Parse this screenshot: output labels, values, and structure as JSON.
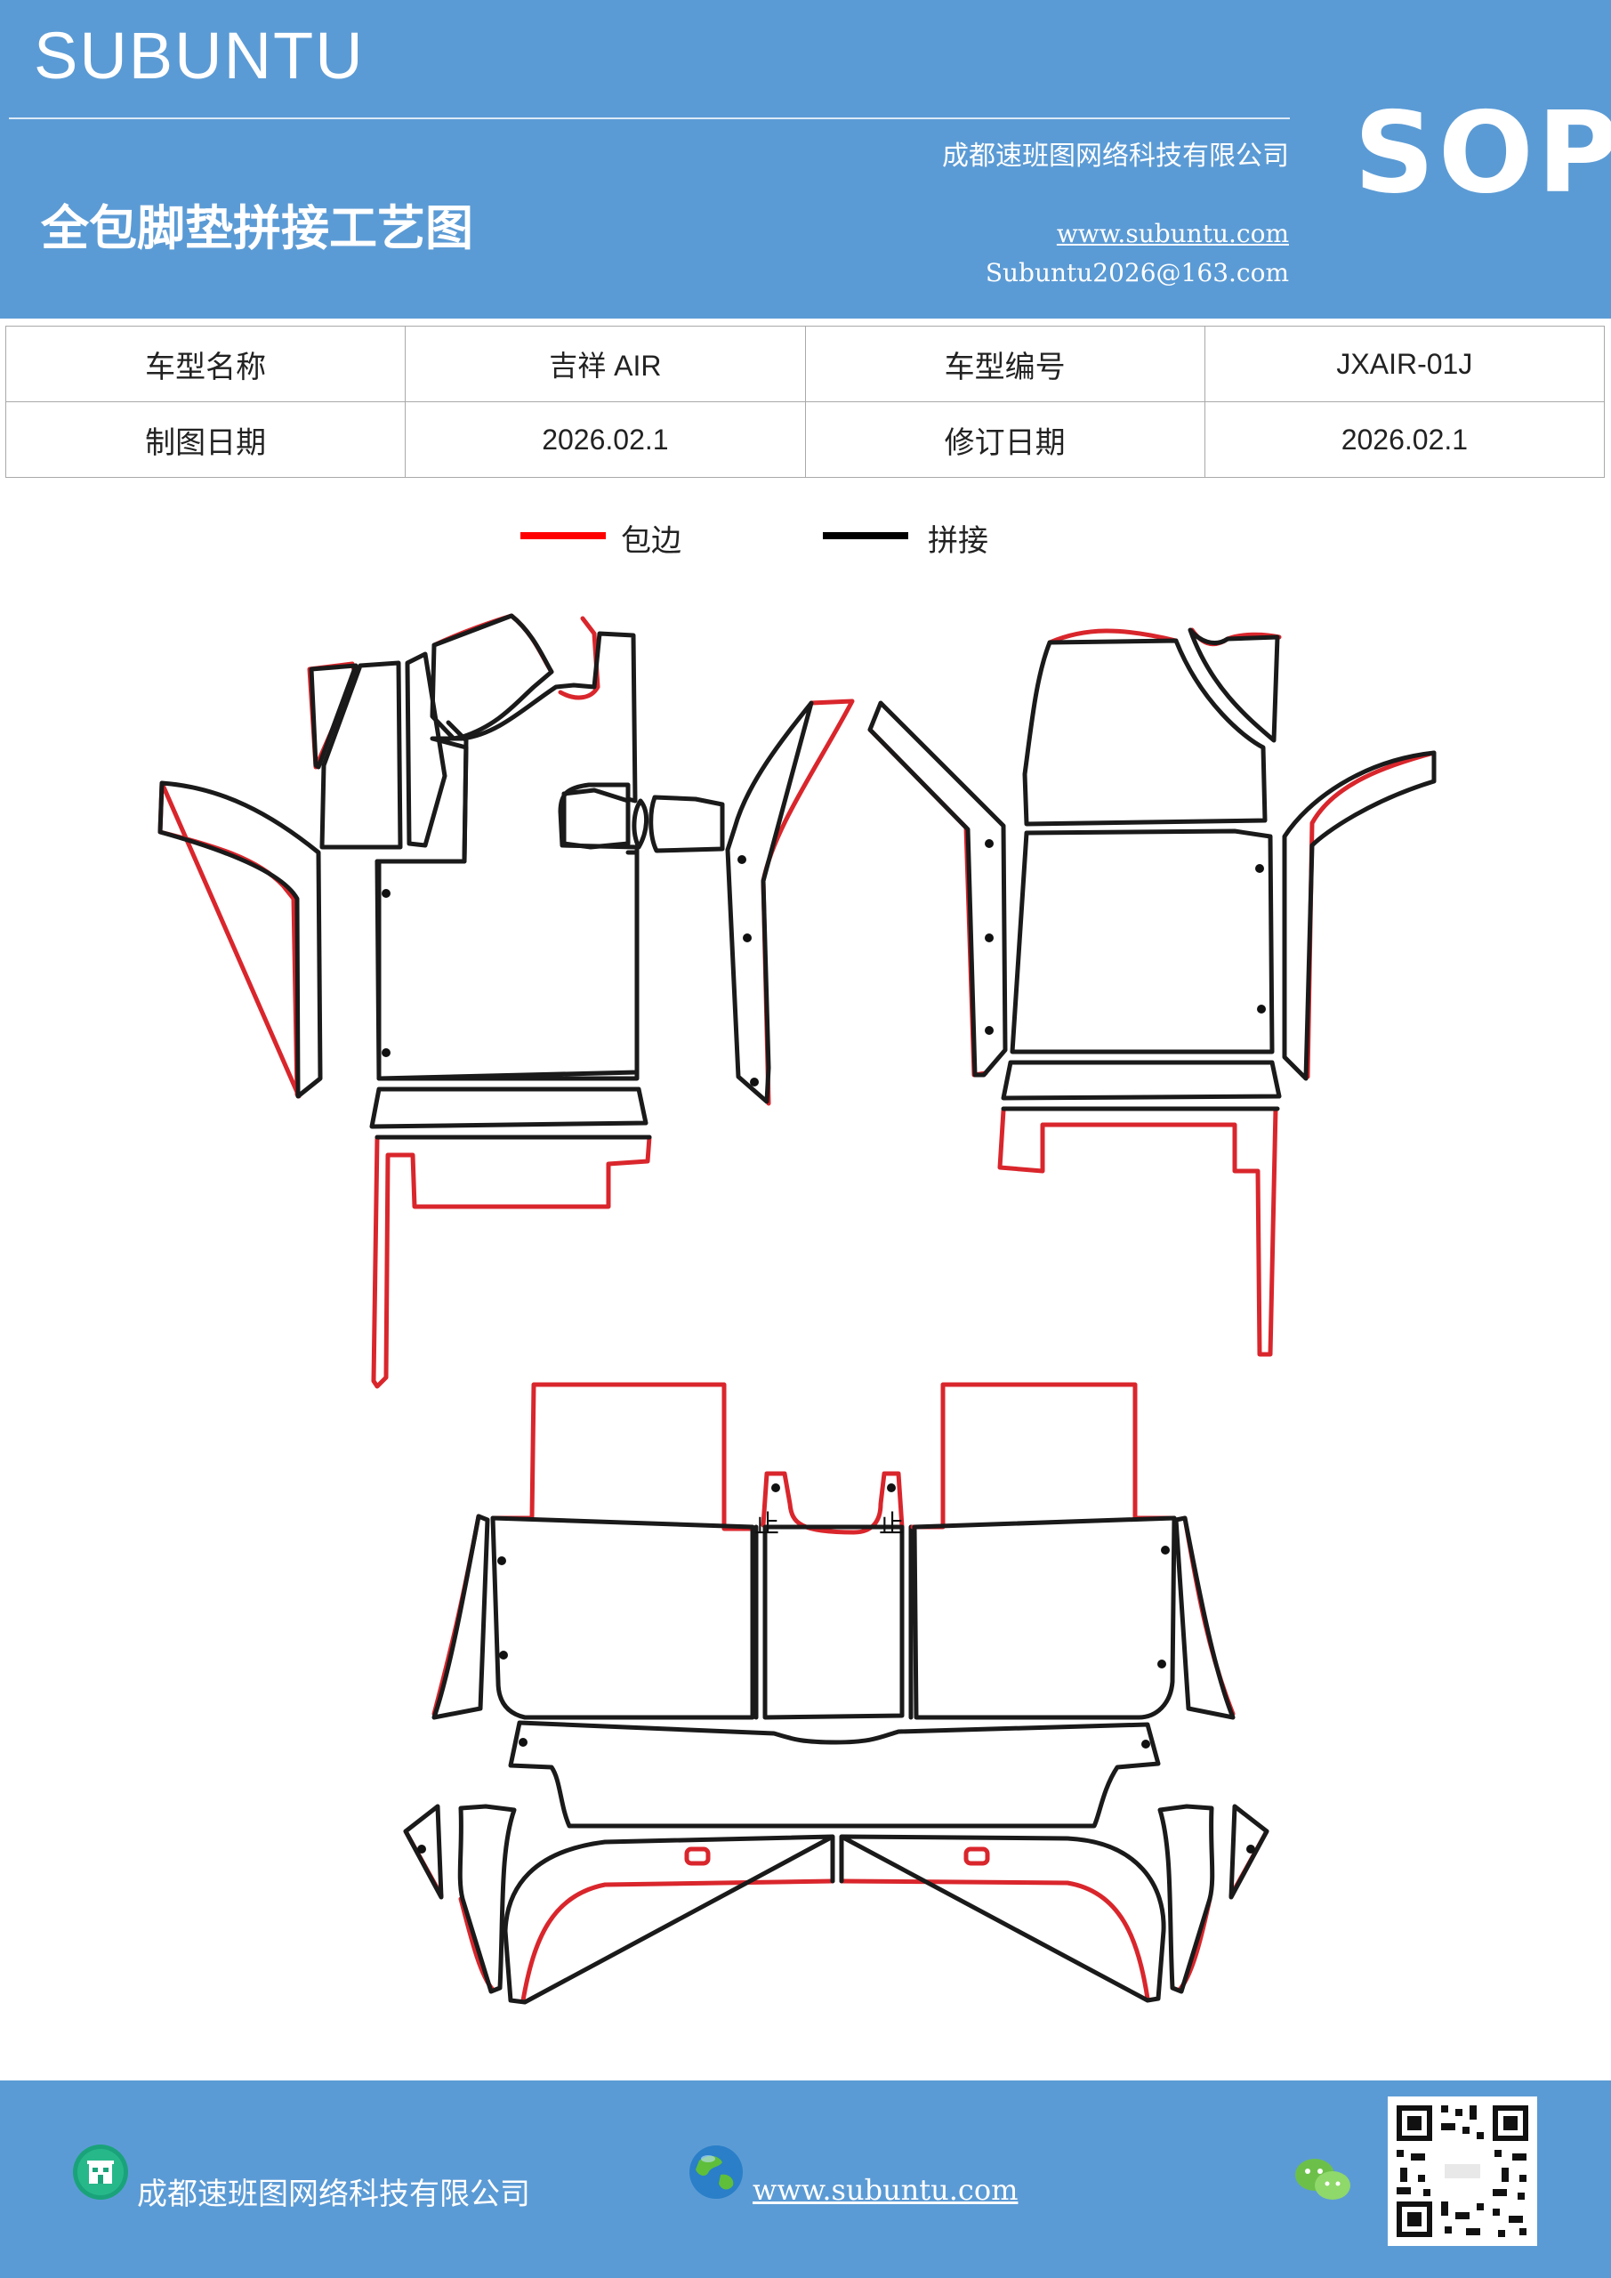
{
  "header": {
    "brand": "SUBUNTU",
    "company": "成都速班图网络科技有限公司",
    "title": "全包脚垫拼接工艺图",
    "website": "www.subuntu.com",
    "email": "Subuntu2026@163.com",
    "badge": "SOP"
  },
  "info_table": {
    "rows": [
      [
        "车型名称",
        "吉祥 AIR",
        "车型编号",
        "JXAIR-01J"
      ],
      [
        "制图日期",
        "2026.02.1",
        "修订日期",
        "2026.02.1"
      ]
    ]
  },
  "legend": {
    "items": [
      {
        "label": "包边",
        "color": "#ff0000"
      },
      {
        "label": "拼接",
        "color": "#000000"
      }
    ]
  },
  "drawing": {
    "marks": [
      "止",
      "止"
    ]
  },
  "footer": {
    "company": "成都速班图网络科技有限公司",
    "website": "www.subuntu.com",
    "icons": [
      "building-icon",
      "globe-icon",
      "wechat-icon",
      "qr-code"
    ]
  },
  "colors": {
    "header_bg": "#5b9bd5",
    "edge_binding": "#d9262c",
    "seam": "#1a1a1a"
  }
}
